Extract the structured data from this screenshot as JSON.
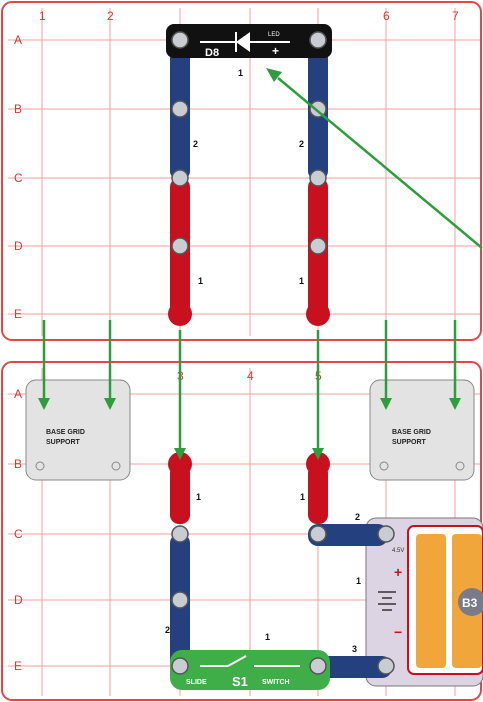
{
  "grid": {
    "columns": [
      "1",
      "2",
      "3",
      "4",
      "5",
      "6",
      "7"
    ],
    "rows": [
      "A",
      "B",
      "C",
      "D",
      "E"
    ]
  },
  "top_board": {
    "led_module": {
      "code": "D8",
      "label": "LED",
      "polarity": "+",
      "number": "1"
    },
    "wire_labels": {
      "left_upper": "2",
      "right_upper": "2",
      "left_lower": "1",
      "right_lower": "1"
    }
  },
  "bottom_board": {
    "base_grid_support_left": "BASE GRID SUPPORT",
    "base_grid_support_right": "BASE GRID SUPPORT",
    "wire_labels": {
      "left_top": "1",
      "right_top": "1",
      "right_corner": "2",
      "left_mid": "2",
      "bottom_right": "3",
      "battery_side": "1",
      "switch_number": "1"
    },
    "switch": {
      "left_text": "SLIDE",
      "name": "S1",
      "right_text": "SWITCH"
    },
    "battery": {
      "name": "B3",
      "plus": "+",
      "minus": "−",
      "volt_label": "4.5V"
    }
  },
  "colors": {
    "grid_red": "#e05050",
    "blue_snap": "#24407f",
    "red_snap": "#c8101e",
    "green_arrow": "#2e9e3c",
    "switch_green": "#3fae49",
    "battery_orange": "#f0a63a"
  }
}
